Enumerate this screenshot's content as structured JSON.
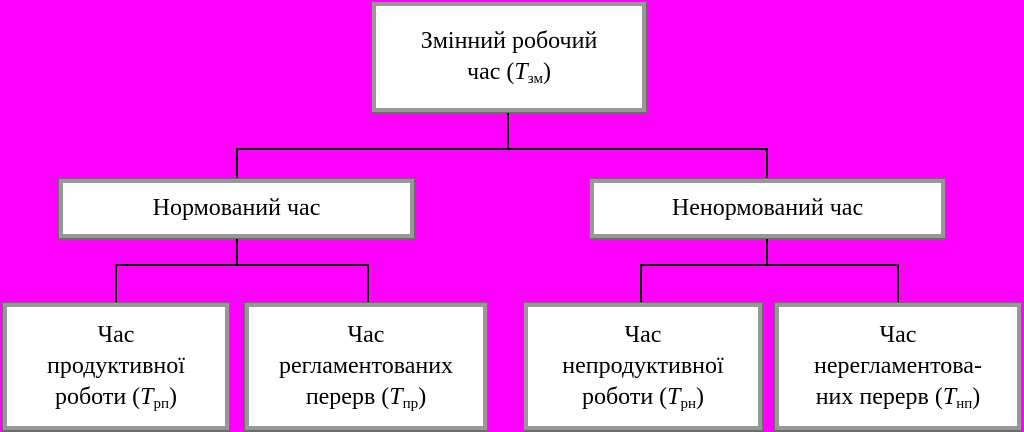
{
  "colors": {
    "background": "#ff00ff",
    "box_fill": "#ffffff",
    "box_border": "#989898",
    "box_border_outer": "#6e6e6e",
    "line": "#000000",
    "text": "#000000"
  },
  "tree": {
    "root": {
      "line1": "Змінний робочий",
      "formula": {
        "pre": "час (",
        "symbol": "Т",
        "sub": "зм",
        "post": ")"
      }
    },
    "branches": [
      {
        "label": "Нормований час"
      },
      {
        "label": "Ненормований час"
      }
    ],
    "leaves": [
      {
        "line1": "Час",
        "line2": "продуктивної",
        "formula": {
          "pre": "роботи (",
          "symbol": "Т",
          "sub": "рп",
          "post": ")"
        }
      },
      {
        "line1": "Час",
        "line2": "регламентованих",
        "formula": {
          "pre": "перерв (",
          "symbol": "Т",
          "sub": "пр",
          "post": ")"
        }
      },
      {
        "line1": "Час",
        "line2": "непродуктивної",
        "formula": {
          "pre": "роботи (",
          "symbol": "Т",
          "sub": "рн",
          "post": ")"
        }
      },
      {
        "line1": "Час",
        "line2": "нерегламентова-",
        "formula": {
          "pre": "них перерв (",
          "symbol": "Т",
          "sub": "нп",
          "post": ")"
        }
      }
    ]
  }
}
